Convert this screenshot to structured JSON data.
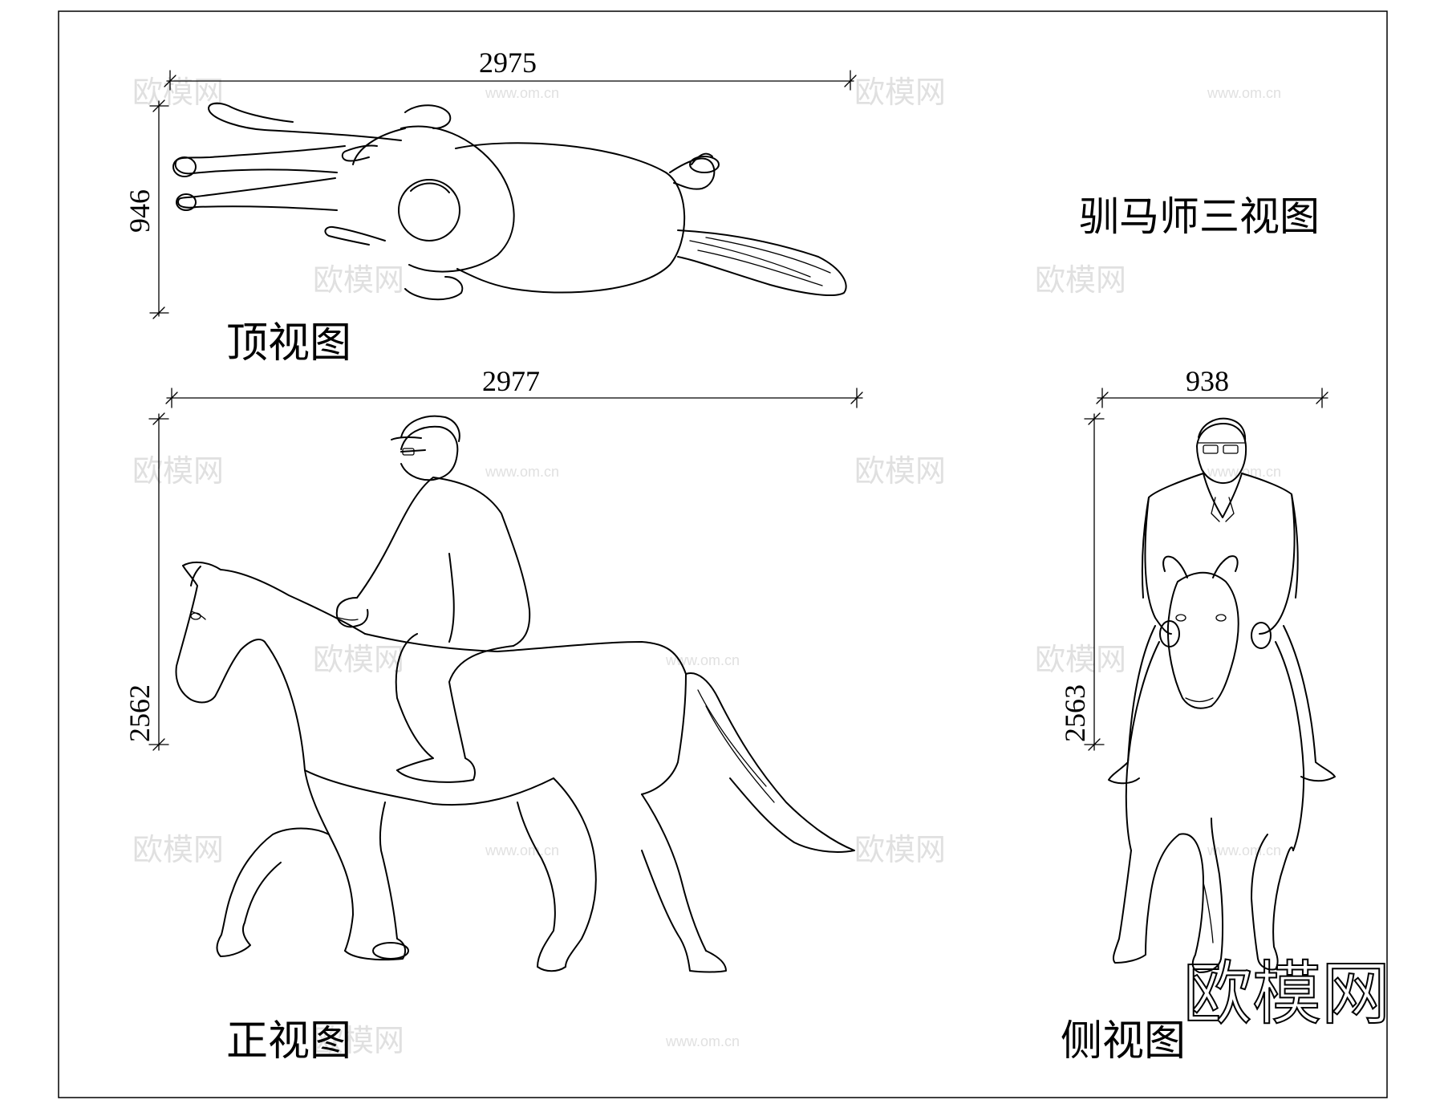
{
  "title": "驯马师三视图",
  "views": {
    "top": {
      "label": "顶视图",
      "dim_width": "2975",
      "dim_height": "946"
    },
    "front": {
      "label": "正视图",
      "dim_width": "2977",
      "dim_height": "2562"
    },
    "side": {
      "label": "侧视图",
      "dim_width": "938",
      "dim_height": "2563"
    }
  },
  "watermark": {
    "text": "欧模网",
    "url": "www.om.cn"
  }
}
